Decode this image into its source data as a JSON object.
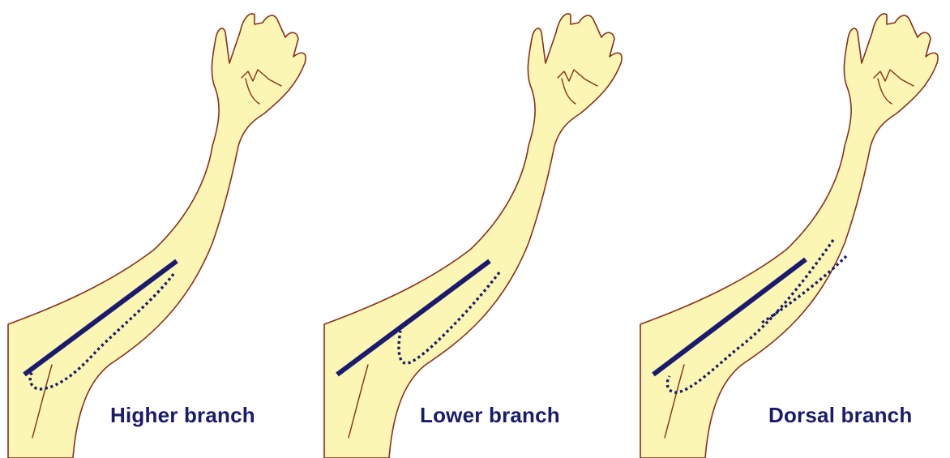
{
  "figure": {
    "colors": {
      "skin": "#fbf6b4",
      "outline": "#8a2f1a",
      "marking": "#1a1a6e"
    },
    "panels": [
      {
        "label": "Higher branch"
      },
      {
        "label": "Lower branch"
      },
      {
        "label": "Dorsal branch"
      }
    ]
  }
}
